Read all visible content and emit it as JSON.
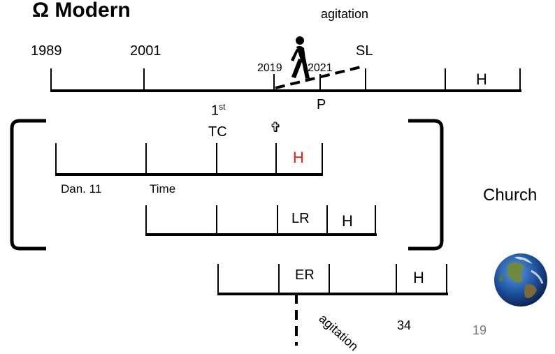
{
  "slide": {
    "title": "Ω  Modern",
    "page_number": "19",
    "colors": {
      "highlight": "#e8211c",
      "line": "#000000",
      "page_number": "#7a7a7a"
    }
  },
  "top_timeline": {
    "year_1989": "1989",
    "year_2001": "2001",
    "year_2019": "2019",
    "year_2021": "2021",
    "sl": "SL",
    "h": "H",
    "agitation": "agitation",
    "first": "1",
    "first_sup": "st",
    "p": "P",
    "walker_icon": "walking-person-icon"
  },
  "dan_line": {
    "tc": "TC",
    "cross_icon": "cross-icon",
    "cross_glyph": "✞",
    "h": "H",
    "dan": "Dan. 11",
    "time": "Time"
  },
  "lr_line": {
    "lr": "LR",
    "h": "H"
  },
  "church": {
    "label": "Church"
  },
  "er_line": {
    "er": "ER",
    "h": "H",
    "agitation": "agitation",
    "year_34": "34",
    "earth_icon": "earth-globe-icon"
  }
}
